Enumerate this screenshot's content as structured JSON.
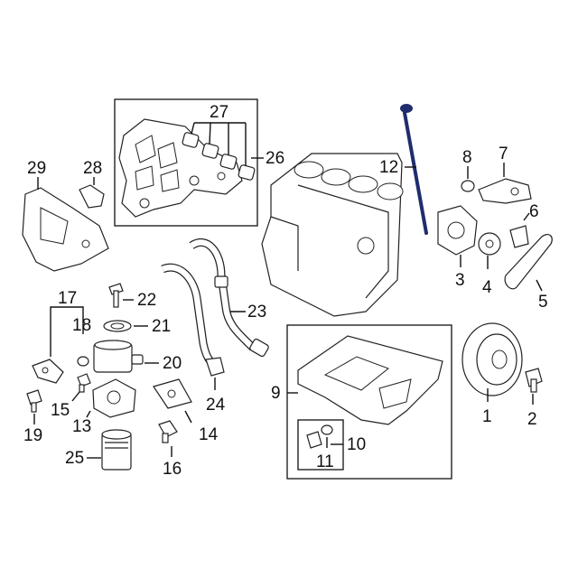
{
  "callouts": {
    "c1": "1",
    "c2": "2",
    "c3": "3",
    "c4": "4",
    "c5": "5",
    "c6": "6",
    "c7": "7",
    "c8": "8",
    "c9": "9",
    "c10": "10",
    "c11": "11",
    "c12": "12",
    "c13": "13",
    "c14": "14",
    "c15": "15",
    "c16": "16",
    "c17": "17",
    "c18": "18",
    "c19": "19",
    "c20": "20",
    "c21": "21",
    "c22": "22",
    "c23": "23",
    "c24": "24",
    "c25": "25",
    "c26": "26",
    "c27": "27",
    "c28": "28",
    "c29": "29"
  },
  "colors": {
    "line": "#111111",
    "dipstick": "#1f2d6e",
    "background": "#ffffff"
  }
}
